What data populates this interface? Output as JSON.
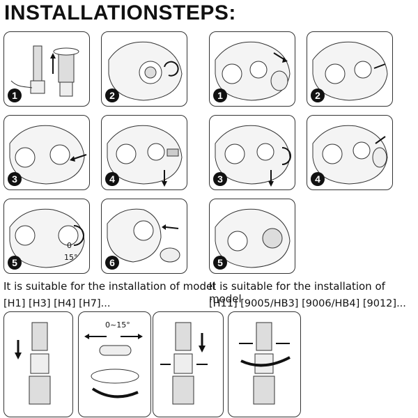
{
  "title": "INSTALLATIONSTEPS:",
  "left_steps": [
    "1",
    "2",
    "3",
    "4",
    "5",
    "6"
  ],
  "right_steps": [
    "1",
    "2",
    "3",
    "4",
    "5"
  ],
  "angle_label_panel": "0 15°",
  "angle_label_left": "0",
  "angle_label_right": "15°",
  "left_caption": "It is suitable for the installation of model",
  "right_caption": "It is suitable for the installation of model",
  "left_models": "[H1] [H3] [H4] [H7]...",
  "right_models": "[H11] [9005/HB3] [9006/HB4] [9012]...",
  "bottom_angle_label": "0~15°"
}
